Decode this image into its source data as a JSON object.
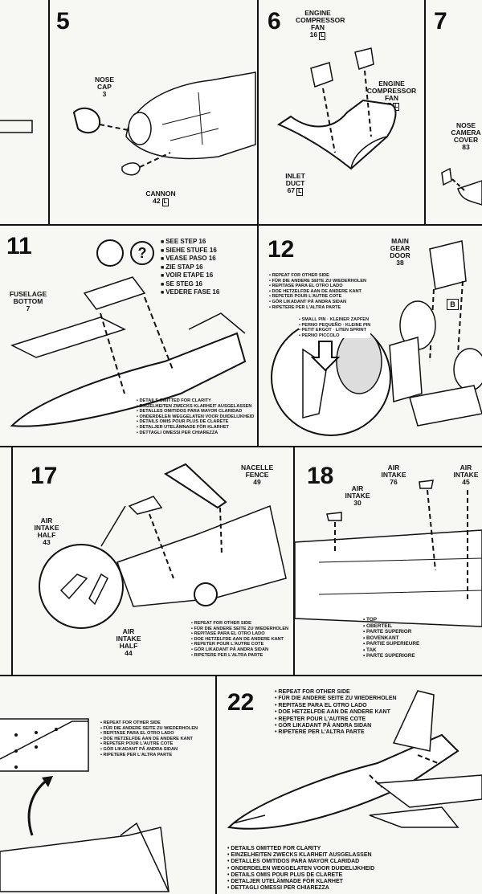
{
  "steps": {
    "s5": {
      "number": "5",
      "nose_cap": {
        "name": "NOSE CAP",
        "num": "3"
      },
      "cannon": {
        "name": "CANNON",
        "num": "42",
        "badge": "L"
      }
    },
    "s6": {
      "number": "6",
      "fan16": {
        "name": "ENGINE COMPRESSOR FAN",
        "num": "16",
        "badge": "L"
      },
      "fan17": {
        "name": "ENGINE COMPRESSOR FAN",
        "num": "17",
        "badge": "L"
      },
      "duct": {
        "name": "INLET DUCT",
        "num": "67",
        "badge": "L"
      }
    },
    "s7": {
      "number": "7",
      "camera": {
        "name": "NOSE CAMERA COVER",
        "num": "83"
      }
    },
    "s11": {
      "number": "11",
      "fuselage": {
        "name": "FUSELAGE BOTTOM",
        "num": "7"
      },
      "question_mark": "?",
      "see_step": [
        "SEE STEP 16",
        "SIEHE STUFE 16",
        "VEASE PASO 16",
        "ZIE STAP 16",
        "VOIR ETAPE 16",
        "SE STEG 16",
        "VEDERE FASE 16"
      ],
      "details": [
        "DETAILS OMITTED FOR CLARITY",
        "EINZELHEITEN ZWECKS KLARHEIT AUSGELASSEN",
        "DETALLES OMITIDOS PARA MAYOR CLARIDAD",
        "ONDERDELEN WEGGELATEN VOOR DUIDELIJKHEID",
        "DETAILS OMIS POUR PLUS DE CLARETE",
        "DETALJER UTELÄMNADE FÖR KLARHET",
        "DETTAGLI OMESSI PER CHIAREZZA"
      ]
    },
    "s12": {
      "number": "12",
      "door": {
        "name": "MAIN GEAR DOOR",
        "num": "38"
      },
      "badge_b": "B",
      "repeat": [
        "REPEAT FOR OTHER SIDE",
        "FÜR DIE ANDERE SEITE ZU WIEDERHOLEN",
        "REPITASE PARA EL OTRO LADO",
        "DOE HETZELFDE AAN DE ANDERE KANT",
        "REPETER POUR L'AUTRE COTE",
        "GÖR LIKADANT PÅ ANDRA SIDAN",
        "RIPETERE PER L'ALTRA PARTE"
      ],
      "pin": [
        "SMALL PIN · KLEINER ZAPFEN",
        "PERNO PEQUEÑO · KLEINE PIN",
        "PETIT ERGOT · LITEN SPRINT",
        "PERNO PICCOLO"
      ]
    },
    "s17": {
      "number": "17",
      "fence": {
        "name": "NACELLE FENCE",
        "num": "49"
      },
      "half43": {
        "name": "AIR INTAKE HALF",
        "num": "43"
      },
      "half44": {
        "name": "AIR INTAKE HALF",
        "num": "44"
      },
      "repeat": [
        "REPEAT FOR OTHER SIDE",
        "FÜR DIE ANDERE SEITE ZU WIEDERHOLEN",
        "REPITASE PARA EL OTRO LADO",
        "DOE HETZELFDE AAN DE ANDERE KANT",
        "REPETER POUR L'AUTRE COTE",
        "GÖR LIKADANT PÅ ANDRA SIDAN",
        "RIPETERE PER L'ALTRA PARTE"
      ]
    },
    "s18": {
      "number": "18",
      "intake30": {
        "name": "AIR INTAKE",
        "num": "30"
      },
      "intake76": {
        "name": "AIR INTAKE",
        "num": "76"
      },
      "intake45": {
        "name": "AIR INTAKE",
        "num": "45"
      },
      "top": [
        "TOP",
        "OBERTEIL",
        "PARTE SUPERIOR",
        "BOVENKANT",
        "PARTIE SUPERIEURE",
        "TAK",
        "PARTE SUPERIORE"
      ]
    },
    "s21": {
      "repeat": [
        "REPEAT FOR OTHER SIDE",
        "FÜR DIE ANDERE SEITE ZU WIEDERHOLEN",
        "REPITASE PARA EL OTRO LADO",
        "DOE HETZELFDE AAN DE ANDERE KANT",
        "REPETER POUR L'AUTRE COTE",
        "GÖR LIKADANT PÅ ANDRA SIDAN",
        "RIPETERE PER L'ALTRA PARTE"
      ]
    },
    "s22": {
      "number": "22",
      "repeat": [
        "REPEAT FOR OTHER SIDE",
        "FÜR DIE ANDERE SEITE ZU WIEDERHOLEN",
        "REPITASE PARA EL OTRO LADO",
        "DOE HETZELFDE AAN DE ANDERE KANT",
        "REPETER POUR L'AUTRE COTE",
        "GÖR LIKADANT PÅ ANDRA SIDAN",
        "RIPETERE PER L'ALTRA PARTE"
      ],
      "details": [
        "DETAILS OMITTED FOR CLARITY",
        "EINZELHEITEN ZWECKS KLARHEIT AUSGELASSEN",
        "DETALLES OMITIDOS PARA MAYOR CLARIDAD",
        "ONDERDELEN WEGGELATEN VOOR DUIDELIJKHEID",
        "DETAILS OMIS POUR PLUS DE CLARETE",
        "DETALJER UTELÄMNADE FÖR KLARHET",
        "DETTAGLI OMESSI PER CHIAREZZA"
      ]
    }
  }
}
